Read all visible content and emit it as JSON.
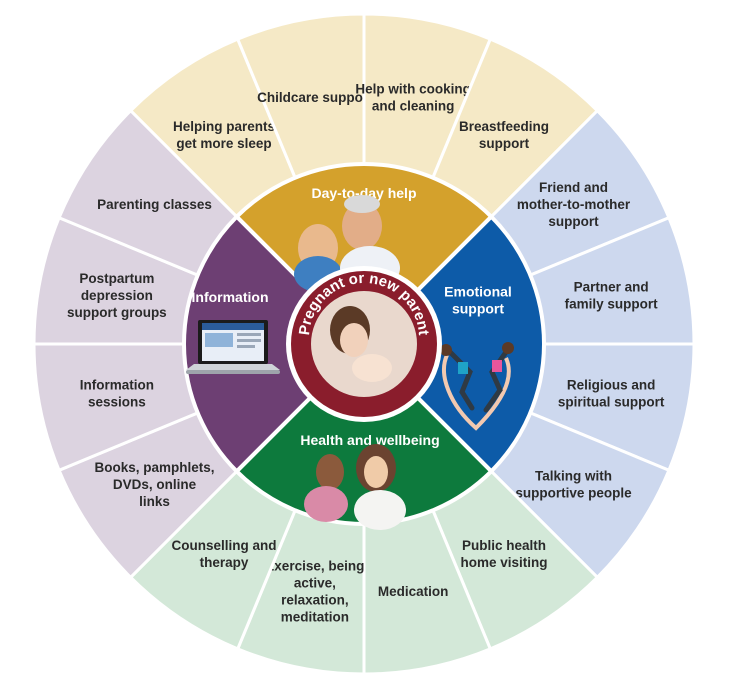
{
  "center": {
    "label": "Pregnant or new parent"
  },
  "quadrants": [
    {
      "key": "day",
      "label": "Day-to-day help",
      "inner_color": "#d4a12c",
      "outer_color": "#f5e9c6"
    },
    {
      "key": "emotional",
      "label": "Emotional support",
      "inner_color": "#0d5ba8",
      "outer_color": "#cdd8ee"
    },
    {
      "key": "health",
      "label": "Health and wellbeing",
      "inner_color": "#0d7a3d",
      "outer_color": "#d3e8d8"
    },
    {
      "key": "information",
      "label": "Information",
      "inner_color": "#6d3f73",
      "outer_color": "#dcd3e0"
    }
  ],
  "outer_segments": [
    {
      "quadrant": "day",
      "label": "Helping parents get more sleep"
    },
    {
      "quadrant": "day",
      "label": "Childcare support"
    },
    {
      "quadrant": "day",
      "label": "Help with cooking and cleaning"
    },
    {
      "quadrant": "day",
      "label": "Breastfeeding support"
    },
    {
      "quadrant": "emotional",
      "label": "Friend and mother-to-mother support"
    },
    {
      "quadrant": "emotional",
      "label": "Partner and family support"
    },
    {
      "quadrant": "emotional",
      "label": "Religious and spiritual support"
    },
    {
      "quadrant": "emotional",
      "label": "Talking with supportive people"
    },
    {
      "quadrant": "health",
      "label": "Public health home visiting"
    },
    {
      "quadrant": "health",
      "label": "Medication"
    },
    {
      "quadrant": "health",
      "label": "Exercise, being active, relaxation, meditation"
    },
    {
      "quadrant": "health",
      "label": "Counselling and therapy"
    },
    {
      "quadrant": "information",
      "label": "Books, pamphlets, DVDs, online links"
    },
    {
      "quadrant": "information",
      "label": "Information sessions"
    },
    {
      "quadrant": "information",
      "label": "Postpartum depression support groups"
    },
    {
      "quadrant": "information",
      "label": "Parenting classes"
    }
  ],
  "colors": {
    "center_ring": "#8a1d2c",
    "divider": "#ffffff",
    "outer_text": "#2a2a2a"
  }
}
